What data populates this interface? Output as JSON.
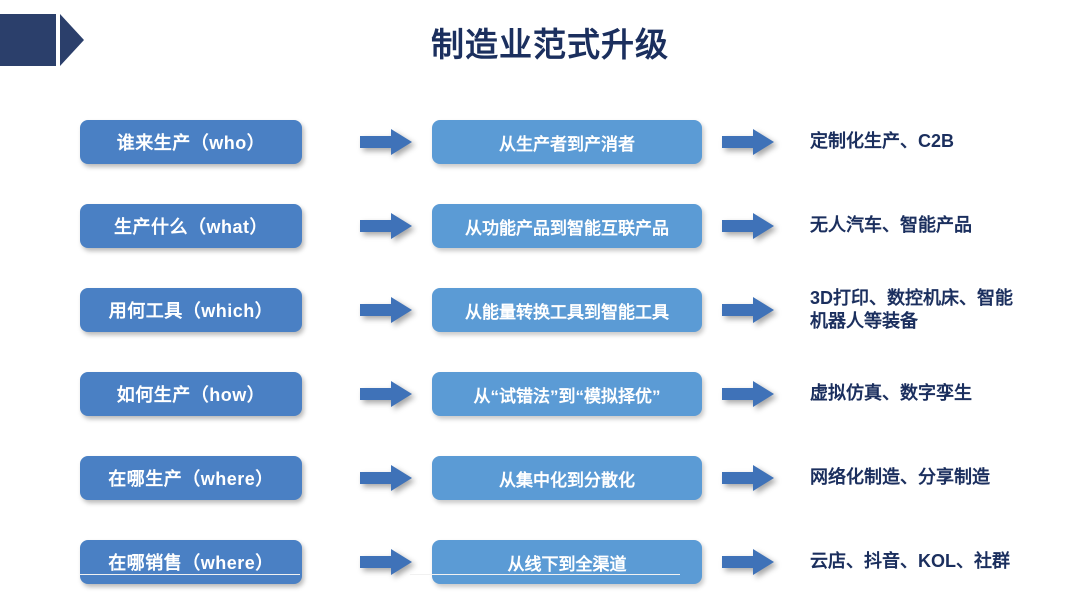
{
  "slide": {
    "title": "制造业范式升级",
    "title_color": "#1b2f5e",
    "background": "#ffffff",
    "decoration": {
      "name": "navy-chevron-decoration",
      "color": "#2b3f6b"
    }
  },
  "colors": {
    "left_pill": "#4a80c4",
    "mid_pill": "#5b9bd5",
    "arrow": "#3f72b8",
    "right_text": "#1b2f5e",
    "pill_text": "#ffffff"
  },
  "rows": [
    {
      "question": "谁来生产（who）",
      "shift": "从生产者到产消者",
      "result_line1": "定制化生产、C2B",
      "result_line2": ""
    },
    {
      "question": "生产什么（what）",
      "shift": "从功能产品到智能互联产品",
      "result_line1": "无人汽车、智能产品",
      "result_line2": ""
    },
    {
      "question": "用何工具（which）",
      "shift": "从能量转换工具到智能工具",
      "result_line1": "3D打印、数控机床、智能",
      "result_line2": "机器人等装备"
    },
    {
      "question": "如何生产（how）",
      "shift": "从“试错法”到“模拟择优”",
      "result_line1": "虚拟仿真、数字孪生",
      "result_line2": ""
    },
    {
      "question": "在哪生产（where）",
      "shift": "从集中化到分散化",
      "result_line1": "网络化制造、分享制造",
      "result_line2": ""
    },
    {
      "question": "在哪销售（where）",
      "shift": "从线下到全渠道",
      "result_line1": "云店、抖音、KOL、社群",
      "result_line2": ""
    }
  ]
}
